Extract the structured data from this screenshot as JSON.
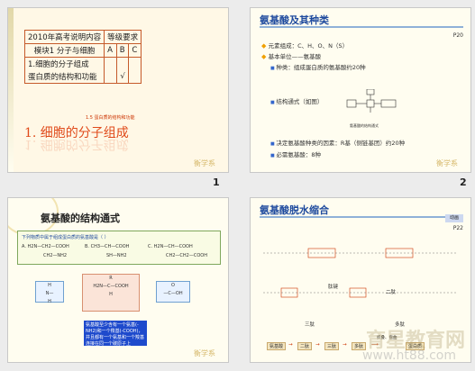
{
  "slides": [
    {
      "number": "1",
      "table": {
        "row1": [
          "2010年高考说明内容",
          "等级要求"
        ],
        "row2": [
          "模块1  分子与细胞",
          "A",
          "B",
          "C"
        ],
        "row3": [
          "1.细胞的分子组成"
        ],
        "row4": [
          "蛋白质的结构和功能",
          "",
          "√",
          ""
        ]
      },
      "subheading": "1.5 蛋白质的结构和功能",
      "title": "1. 细胞的分子组成",
      "footer": "衡学系"
    },
    {
      "number": "2",
      "title": "氨基酸及其种类",
      "page": "P20",
      "lines": [
        "元素组成：C、H、O、N（S）",
        "基本单位——氨基酸",
        "种类：组成蛋白质的氨基酸约20种",
        "结构通式（如图）",
        "决定氨基酸种类的因素：R基（侧链基团）约20种",
        "必需氨基酸：8种"
      ],
      "struct_label": "氨基酸的结构通式",
      "footer": "衡学系"
    },
    {
      "number": "",
      "title": "氨基酸的结构通式",
      "question": "下列物质中属于组成蛋白质的氨基酸是（   ）",
      "options": [
        "A. H2N—CH2—COOH",
        "B. CH3—CH—COOH",
        "C. H2N—CH—COOH"
      ],
      "subs": [
        "CH2—NH2",
        "SH—NH2",
        "CH2—CH2—COOH"
      ],
      "note": "氨基酸至少含有一个氨基(-NH2)和一个羧基(-COOH)，并且都有一个氨基和一个羧基连接在同一个碳原子上",
      "footer": "衡学系"
    },
    {
      "number": "",
      "title": "氨基酸脱水缩合",
      "page": "P22",
      "badge": "动画",
      "lines": [
        "肽键",
        "二肽",
        "三肽",
        "多肽"
      ],
      "flow": [
        "氨基酸",
        "二肽",
        "三肽",
        "多肽",
        "蛋白质"
      ],
      "flow_label": "折叠、盘曲",
      "watermark": "育星教育网",
      "watermark2": "www.ht88.com",
      "footer": "衡学系"
    }
  ]
}
